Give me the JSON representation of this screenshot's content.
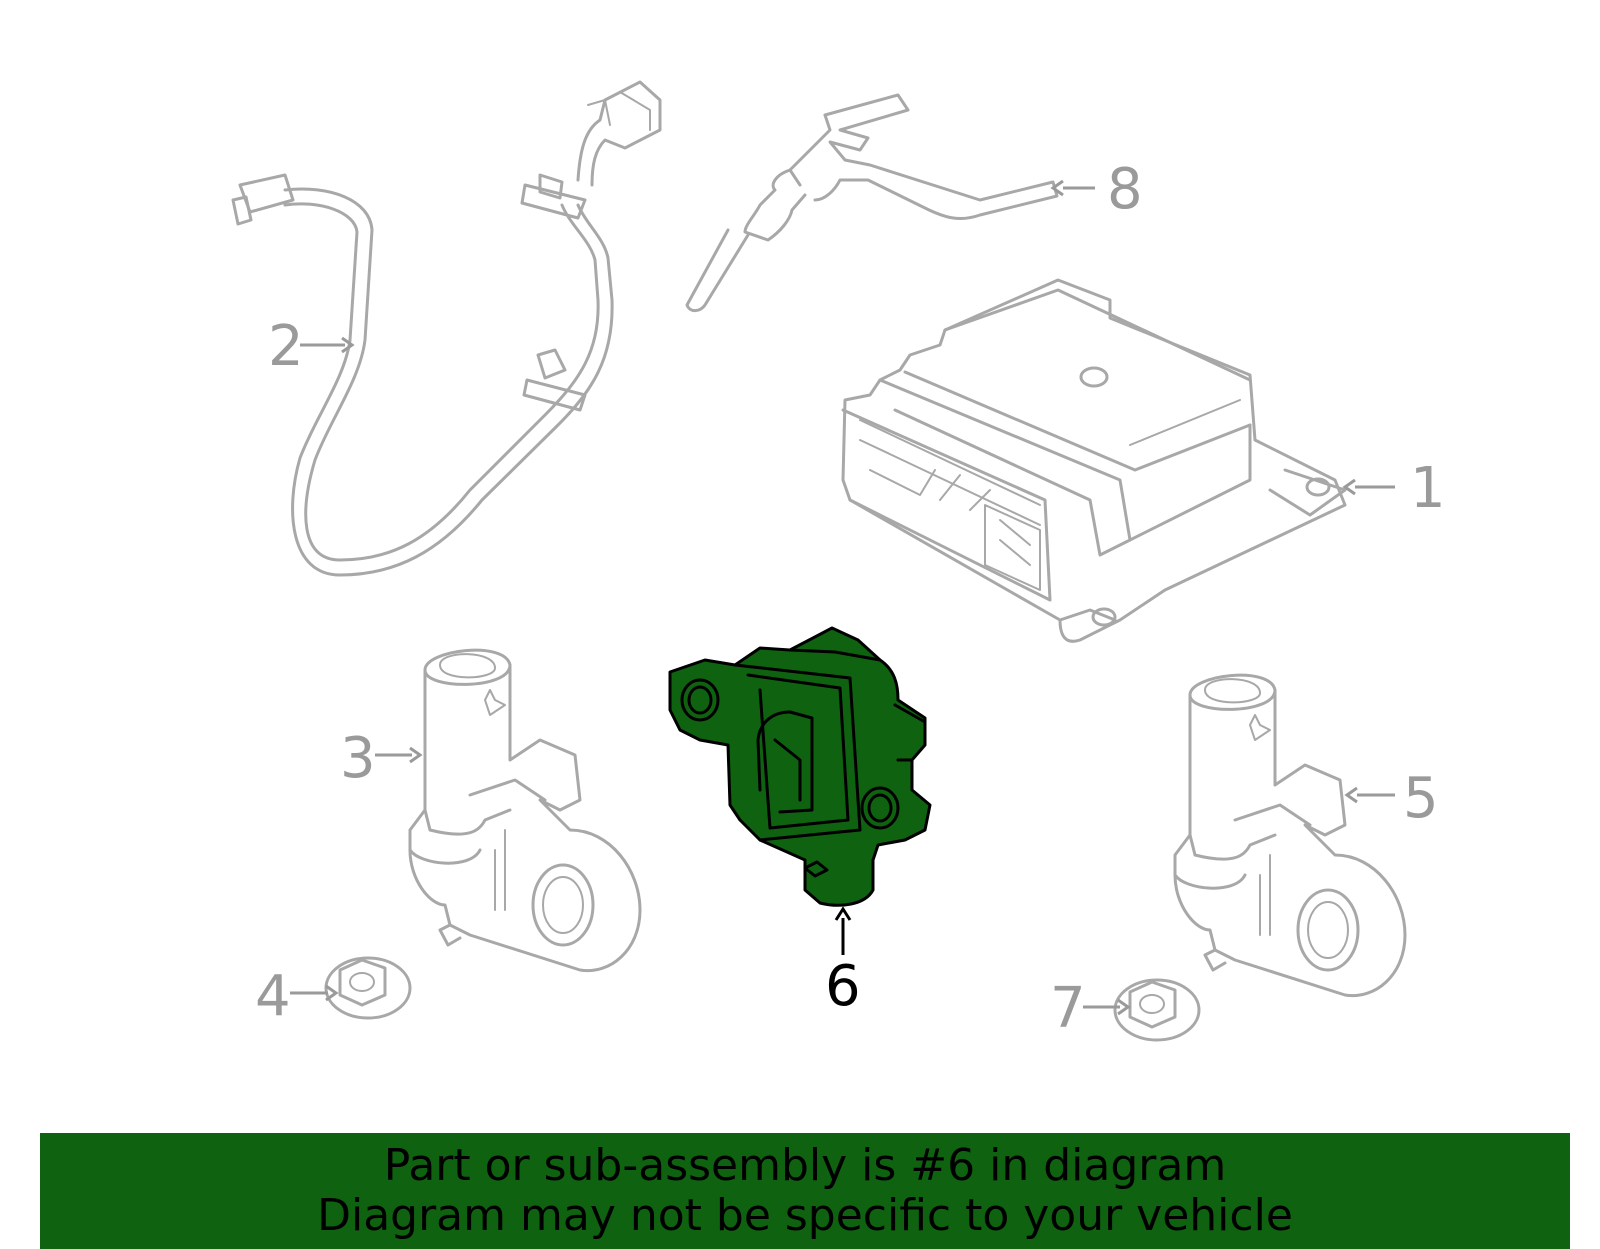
{
  "callouts": {
    "c1": "1",
    "c2": "2",
    "c3": "3",
    "c4": "4",
    "c5": "5",
    "c6": "6",
    "c7": "7",
    "c8": "8"
  },
  "highlighted_part": "6",
  "colors": {
    "highlight": "#0f6210",
    "line_art": "#a8a8a8",
    "callout_text": "#9a9a9a"
  },
  "banner": {
    "line1": "Part or sub-assembly is #6 in diagram",
    "line2": "Diagram may not be specific to your vehicle"
  }
}
